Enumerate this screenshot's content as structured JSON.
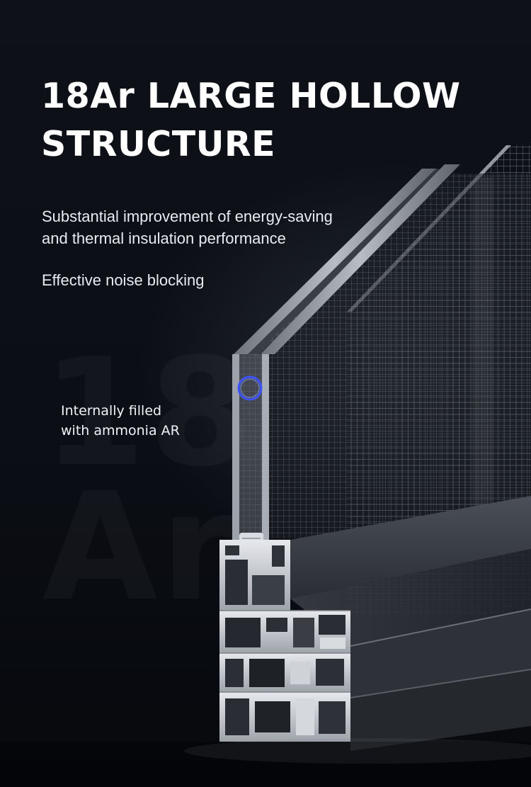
{
  "title": {
    "line1": "18Ar LARGE HOLLOW",
    "line2": "STRUCTURE"
  },
  "features": {
    "energy_line1": "Substantial improvement of energy-saving",
    "energy_line2": "and thermal insulation performance",
    "noise": "Effective noise blocking"
  },
  "watermark": {
    "top": "18",
    "bottom": "Ar"
  },
  "callout": {
    "line1": "Internally filled",
    "line2": "with ammonia AR"
  },
  "illustration": {
    "subject": "double-glazed window frame cross-section",
    "icons": [
      "argon-ring-icon",
      "glass-pane-icon",
      "aluminum-profile-icon"
    ]
  },
  "colors": {
    "background": "#0c0f15",
    "text": "#ffffff",
    "accent_ring": "#3d54ff"
  }
}
